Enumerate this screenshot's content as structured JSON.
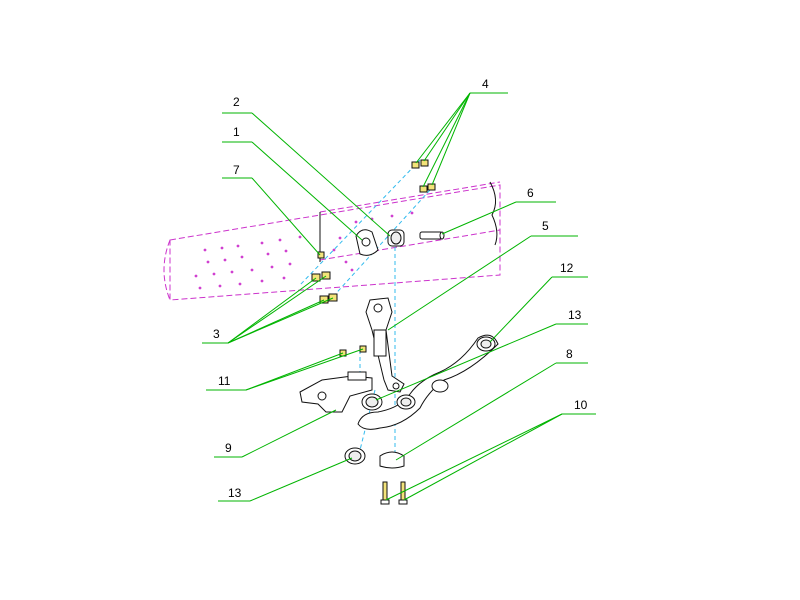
{
  "callouts": {
    "c1": "1",
    "c2": "2",
    "c3": "3",
    "c4": "4",
    "c5": "5",
    "c6": "6",
    "c7": "7",
    "c8": "8",
    "c9": "9",
    "c10": "10",
    "c11": "11",
    "c12": "12",
    "c13a": "13",
    "c13b": "13"
  },
  "colors": {
    "leader_lines": "#00b400",
    "frame_outline": "#cc33cc",
    "centerlines": "#33bbee"
  }
}
